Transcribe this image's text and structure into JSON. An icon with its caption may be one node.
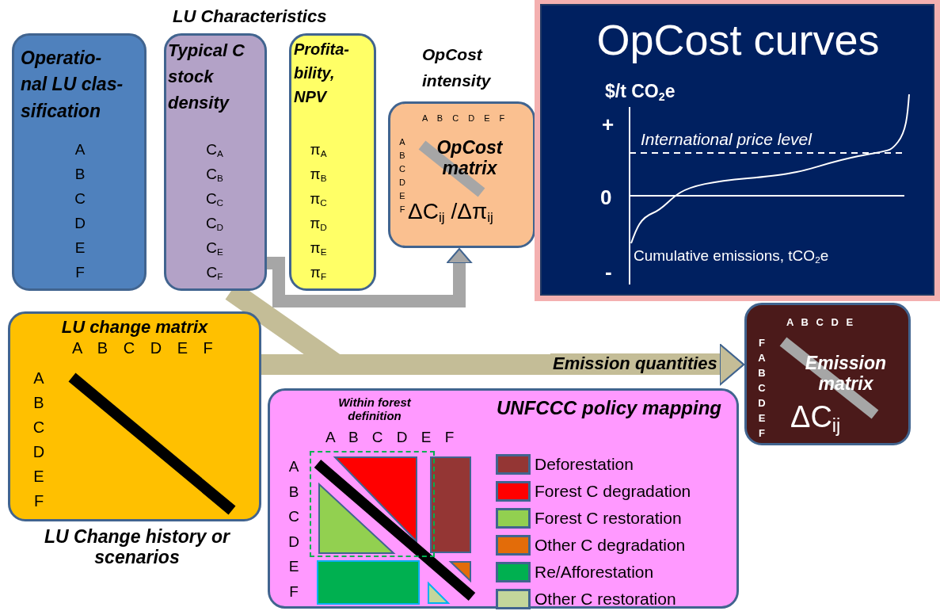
{
  "diagram": {
    "nodes": [
      {
        "text": [
          "Operatio- nal LU clas- sification",
          "A B C D E F"
        ]
      },
      {
        "text": [
          "Typical C stock density",
          "C$_{A}$ C$_{B}$ C$_{C}$ C$_{D}$ C$_{E}$ C$_{F}$"
        ]
      },
      {
        "text": [
          "Profita- bility, NPV",
          "π$_{A}$ π$_{B}$ π$_{C}$ π$_{D}$ π$_{E}$ π$_{F}$"
        ]
      },
      {
        "text": [
          "A B C D E F",
          "A B C D E F",
          "OpCost matrix",
          "ΔC$_{ij}$ /Δπ$_{ij}$"
        ],
        "beside": [
          "OpCost intensity"
        ]
      },
      {
        "text": [
          "OpCost curves",
          "$/t CO$_{2}$e",
          "+",
          "0",
          "-",
          "International price level",
          "Cumulative emissions, tCO$_{2}$e"
        ]
      },
      {
        "text": [
          "A B C D E",
          "F A B C D E F",
          "Emission matrix",
          "ΔC$_{ij}$"
        ]
      },
      {
        "text": [
          "LU change matrix",
          "A B C D E F",
          "A B C D E F"
        ],
        "beside": [
          "LU Change history or scenarios"
        ]
      },
      {
        "text": [
          "UNFCCC policy mapping",
          "A B C D E F",
          "A B C D E F"
        ]
      },
      {
        "text": [
          "Within forest definition"
        ],
        "in": 7
      }
    ],
    "edges": [
      {
        "from": 1,
        "to": 3,
        "arrow": "to",
        "color": "#a6a6a6"
      },
      {
        "from": 6,
        "to": 5,
        "arrow": "to",
        "label": "Emission quantities"
      },
      {
        "from": 1,
        "to": 5,
        "arrow": "to"
      }
    ],
    "labels": [
      "LU Characteristics"
    ],
    "legend": [
      {
        "text": "Deforestation",
        "color": "#943634"
      },
      {
        "text": "Forest C degradation",
        "color": "#ff0000"
      },
      {
        "text": "Forest C restoration",
        "color": "#92d050"
      },
      {
        "text": "Other C degradation",
        "color": "#e36c09"
      },
      {
        "text": "Re/Afforestation",
        "color": "#00b050"
      },
      {
        "text": "Other C restoration",
        "color": "#c3d69b"
      }
    ]
  }
}
